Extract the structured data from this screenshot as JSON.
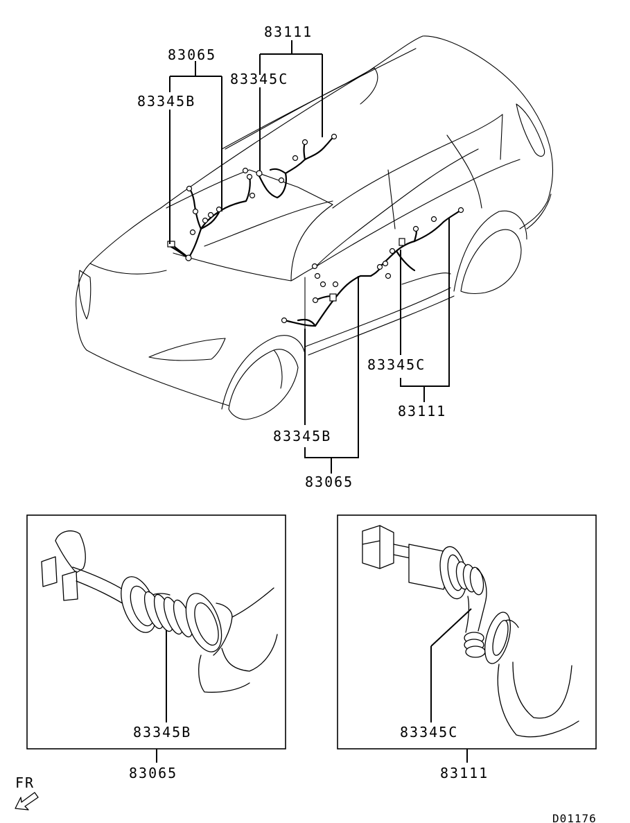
{
  "labels": {
    "top_group_label": "83111",
    "top_group_member_c": "83345C",
    "left_group_label": "83065",
    "left_group_member_b": "83345B",
    "side_member_c": "83345C",
    "side_group_label_c": "83111",
    "side_member_b": "83345B",
    "side_group_label_b": "83065",
    "detail_left_part": "83345B",
    "detail_left_group": "83065",
    "detail_right_part": "83345C",
    "detail_right_group": "83111",
    "direction": "FR",
    "diagram_code": "D01176"
  },
  "icons": {
    "direction_arrow": "front-direction-arrow-icon"
  }
}
